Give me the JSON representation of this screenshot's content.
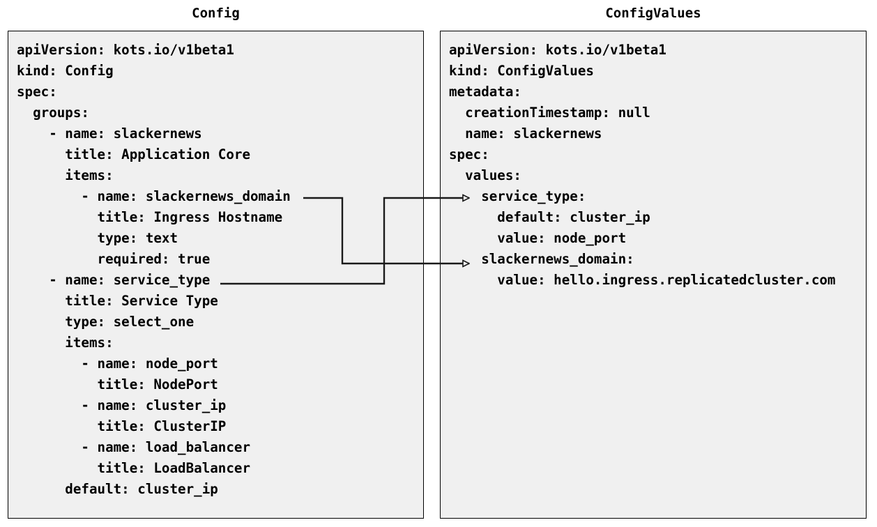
{
  "diagram": {
    "type": "two-panel-yaml-comparison",
    "background_color": "#ffffff",
    "panel_background_color": "#f0f0f0",
    "panel_border_color": "#000000",
    "text_color": "#000000",
    "connector_color": "#1a1a1a"
  },
  "left_panel": {
    "title": "Config",
    "lines": [
      "apiVersion: kots.io/v1beta1",
      "kind: Config",
      "spec:",
      "  groups:",
      "    - name: slackernews",
      "      title: Application Core",
      "      items:",
      "        - name: slackernews_domain",
      "          title: Ingress Hostname",
      "          type: text",
      "          required: true",
      "    - name: service_type",
      "      title: Service Type",
      "      type: select_one",
      "      items:",
      "        - name: node_port",
      "          title: NodePort",
      "        - name: cluster_ip",
      "          title: ClusterIP",
      "        - name: load_balancer",
      "          title: LoadBalancer",
      "      default: cluster_ip"
    ]
  },
  "right_panel": {
    "title": "ConfigValues",
    "lines": [
      "apiVersion: kots.io/v1beta1",
      "kind: ConfigValues",
      "metadata:",
      "  creationTimestamp: null",
      "  name: slackernews",
      "spec:",
      "  values:",
      "    service_type:",
      "      default: cluster_ip",
      "      value: node_port",
      "    slackernews_domain:",
      "      value: hello.ingress.replicatedcluster.com"
    ]
  },
  "connectors": [
    {
      "name": "slackernews-domain-connector",
      "from_label": "slackernews_domain",
      "to_label": "slackernews_domain:",
      "arrowhead": "open-triangle"
    },
    {
      "name": "service-type-connector",
      "from_label": "service_type",
      "to_label": "service_type:",
      "arrowhead": "open-triangle"
    }
  ]
}
